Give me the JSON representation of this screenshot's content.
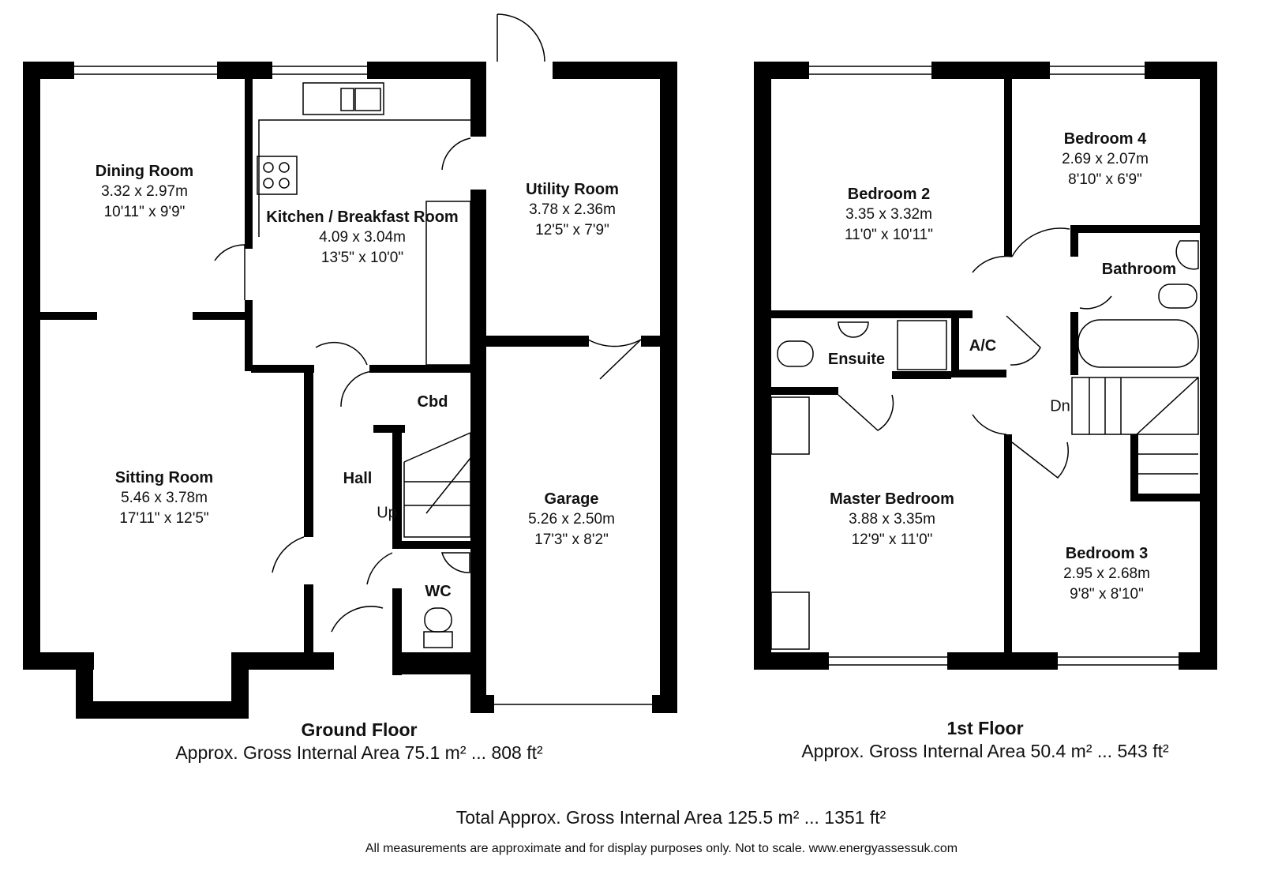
{
  "ground_floor": {
    "title": "Ground Floor",
    "area": "Approx. Gross Internal Area 75.1 m² ... 808 ft²",
    "rooms": {
      "dining": {
        "name": "Dining Room",
        "metric": "3.32 x 2.97m",
        "imperial": "10'11\" x 9'9\""
      },
      "kitchen": {
        "name": "Kitchen / Breakfast Room",
        "metric": "4.09 x 3.04m",
        "imperial": "13'5\" x 10'0\""
      },
      "utility": {
        "name": "Utility Room",
        "metric": "3.78 x 2.36m",
        "imperial": "12'5\" x 7'9\""
      },
      "sitting": {
        "name": "Sitting Room",
        "metric": "5.46 x 3.78m",
        "imperial": "17'11\" x 12'5\""
      },
      "garage": {
        "name": "Garage",
        "metric": "5.26 x 2.50m",
        "imperial": "17'3\" x 8'2\""
      },
      "hall": {
        "name": "Hall"
      },
      "cbd": {
        "name": "Cbd"
      },
      "wc": {
        "name": "WC"
      }
    },
    "stairs_label": "Up"
  },
  "first_floor": {
    "title": "1st Floor",
    "area": "Approx. Gross Internal Area 50.4 m² ... 543 ft²",
    "rooms": {
      "bedroom2": {
        "name": "Bedroom 2",
        "metric": "3.35 x 3.32m",
        "imperial": "11'0\" x 10'11\""
      },
      "bedroom4": {
        "name": "Bedroom 4",
        "metric": "2.69 x 2.07m",
        "imperial": "8'10\" x 6'9\""
      },
      "bathroom": {
        "name": "Bathroom"
      },
      "ensuite": {
        "name": "Ensuite"
      },
      "ac": {
        "name": "A/C"
      },
      "master": {
        "name": "Master Bedroom",
        "metric": "3.88 x 3.35m",
        "imperial": "12'9\" x 11'0\""
      },
      "bedroom3": {
        "name": "Bedroom 3",
        "metric": "2.95 x 2.68m",
        "imperial": "9'8\" x 8'10\""
      }
    },
    "stairs_label": "Dn"
  },
  "total_area": "Total Approx. Gross Internal Area 125.5 m² ... 1351 ft²",
  "disclaimer": "All measurements are approximate and for display purposes only. Not to scale. www.energyassessuk.com"
}
